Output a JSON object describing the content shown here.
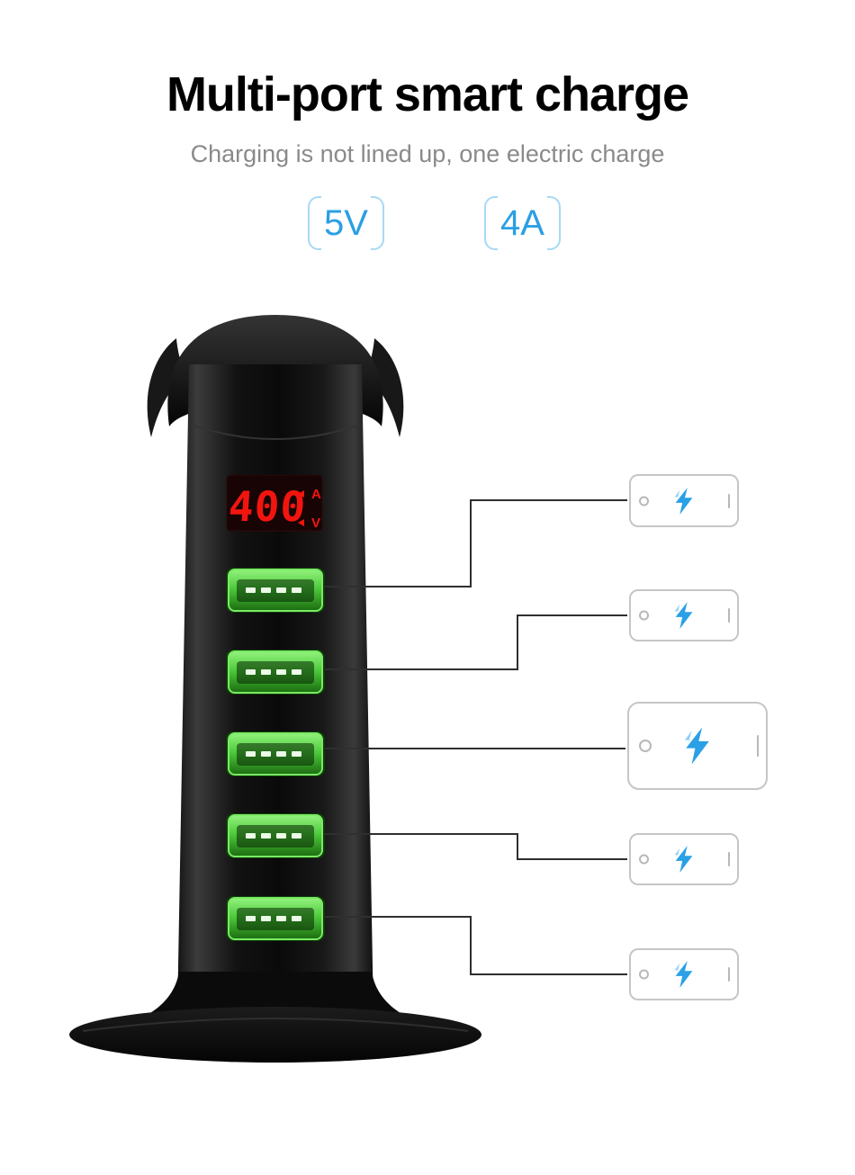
{
  "header": {
    "title": "Multi-port smart charge",
    "subtitle": "Charging is not lined up, one electric charge"
  },
  "specs": {
    "voltage": "5V",
    "current": "4A"
  },
  "charger": {
    "display": {
      "value": "400",
      "amp_label": "A",
      "volt_label": "V"
    },
    "port_count": 5
  },
  "devices": [
    {
      "type": "phone"
    },
    {
      "type": "phone"
    },
    {
      "type": "tablet"
    },
    {
      "type": "phone"
    },
    {
      "type": "phone"
    }
  ],
  "colors": {
    "accent_blue": "#2b9fe3",
    "bracket_blue": "#a8d9f3",
    "led_red": "#f2150f",
    "port_green": "#4ecb3c",
    "title_black": "#000000",
    "subtitle_gray": "#8a8a8a",
    "connector_gray": "#2f2f2f"
  }
}
